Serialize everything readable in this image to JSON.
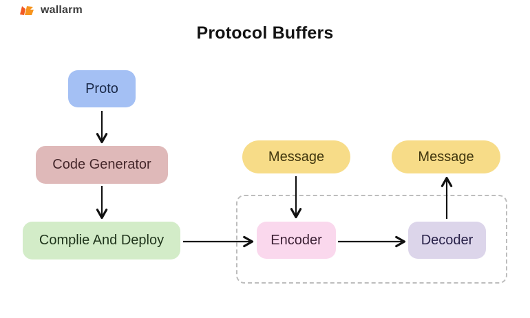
{
  "brand": {
    "name": "wallarm",
    "logo_icon": "wallarm-double-flag-icon",
    "logo_color_primary": "#f15a24",
    "logo_color_secondary": "#f7941e",
    "text_color": "#3d3d3d"
  },
  "title": "Protocol Buffers",
  "diagram": {
    "nodes": [
      {
        "id": "proto",
        "label": "Proto",
        "shape": "rounded-rect",
        "bg": "#a4c0f4",
        "fg": "#1c2b4a"
      },
      {
        "id": "code-generator",
        "label": "Code Generator",
        "shape": "rounded-rect",
        "bg": "#dfb9b9",
        "fg": "#45272b"
      },
      {
        "id": "compile-and-deploy",
        "label": "Complie And Deploy",
        "shape": "rounded-rect",
        "bg": "#d3ecc8",
        "fg": "#20351c"
      },
      {
        "id": "message-in",
        "label": "Message",
        "shape": "pill",
        "bg": "#f7dc88",
        "fg": "#41370f"
      },
      {
        "id": "message-out",
        "label": "Message",
        "shape": "pill",
        "bg": "#f7dc88",
        "fg": "#41370f"
      },
      {
        "id": "encoder",
        "label": "Encoder",
        "shape": "rounded-rect",
        "bg": "#fad8ed",
        "fg": "#3b1f33"
      },
      {
        "id": "decoder",
        "label": "Decoder",
        "shape": "rounded-rect",
        "bg": "#dcd5ea",
        "fg": "#272048"
      }
    ],
    "edges": [
      {
        "from": "proto",
        "to": "code-generator",
        "direction": "down"
      },
      {
        "from": "code-generator",
        "to": "compile-and-deploy",
        "direction": "down"
      },
      {
        "from": "compile-and-deploy",
        "to": "encoder",
        "direction": "right"
      },
      {
        "from": "message-in",
        "to": "encoder",
        "direction": "down"
      },
      {
        "from": "encoder",
        "to": "decoder",
        "direction": "right"
      },
      {
        "from": "decoder",
        "to": "message-out",
        "direction": "up"
      }
    ],
    "dashed_group": {
      "contains": [
        "encoder",
        "decoder"
      ],
      "border_color": "#bdbdbd"
    },
    "arrow_color": "#111111",
    "background_color": "#ffffff"
  }
}
